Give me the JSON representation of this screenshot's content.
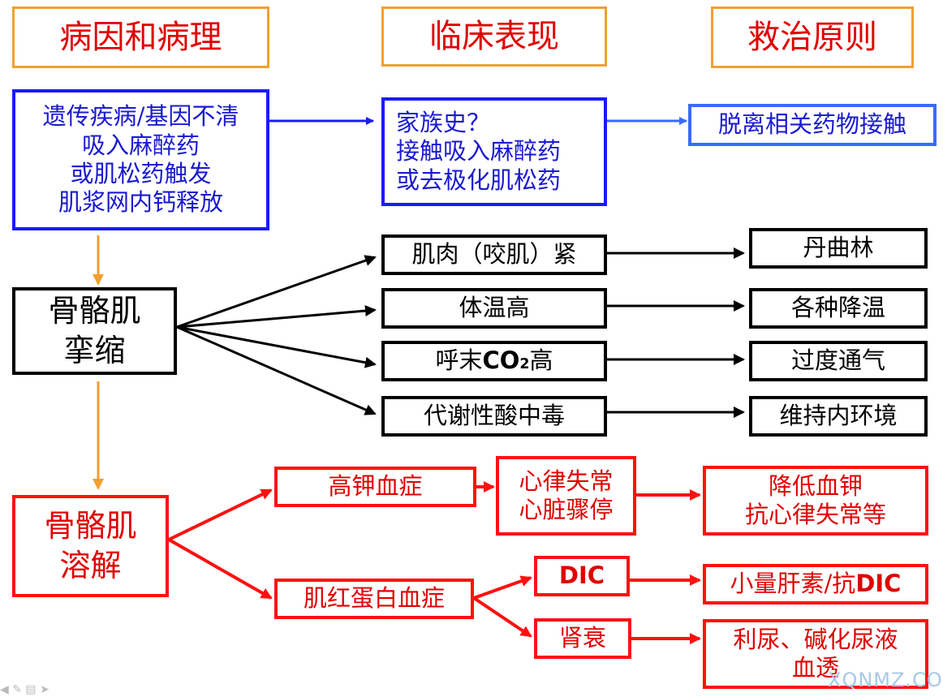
{
  "headers": {
    "etiology": "病因和病理",
    "clinical": "临床表现",
    "treatment": "救治原则"
  },
  "cause": {
    "lines": [
      "遗传疾病/基因不清",
      "吸入麻醉药",
      "或肌松药触发",
      "肌浆网内钙释放"
    ]
  },
  "history": {
    "lines": [
      "家族史？",
      "接触吸入麻醉药",
      "或去极化肌松药"
    ]
  },
  "avoid": "脱离相关药物接触",
  "contracture": {
    "line1": "骨骼肌",
    "line2": "挛缩"
  },
  "rhabdo": {
    "line1": "骨骼肌",
    "line2": "溶解"
  },
  "symptoms": {
    "muscle": "肌肉（咬肌）紧",
    "temp": "体温高",
    "co2_prefix": "呼末",
    "co2_chem": "CO",
    "co2_sub": "2",
    "co2_suffix": "高",
    "acidosis": "代谢性酸中毒"
  },
  "treatments": {
    "dantrolene": "丹曲林",
    "cooling": "各种降温",
    "ventilation": "过度通气",
    "homeostasis": "维持内环境"
  },
  "complications": {
    "hyperkalemia": "高钾血症",
    "arrhythmia": [
      "心律失常",
      "心脏骤停"
    ],
    "lower_k": [
      "降低血钾",
      "抗心律失常等"
    ],
    "myoglobin": "肌红蛋白血症",
    "dic": "DIC",
    "heparin_prefix": "小量肝素/抗",
    "heparin_suffix": "DIC",
    "renal": "肾衰",
    "renal_tx": [
      "利尿、碱化尿液",
      "血透"
    ]
  },
  "watermark": "XQNMZ.COM",
  "colors": {
    "header_border": "#f0a030",
    "header_text": "#e00000",
    "blue": "#1a1aff",
    "black": "#000000",
    "red": "#ff1010",
    "orange_arrow": "#f0a030"
  }
}
